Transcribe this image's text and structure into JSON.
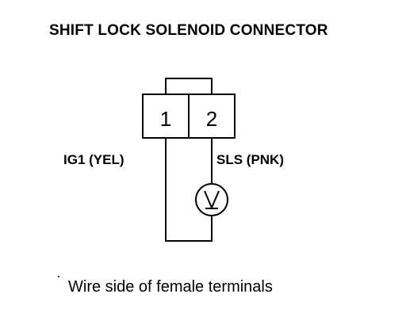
{
  "diagram": {
    "title": "SHIFT LOCK SOLENOID CONNECTOR",
    "connector": {
      "pins": [
        {
          "number": "1",
          "wire_label": "IG1 (YEL)"
        },
        {
          "number": "2",
          "wire_label": "SLS (PNK)"
        }
      ]
    },
    "meter_icon": "voltmeter-icon",
    "caption": "Wire side of female terminals"
  },
  "colors": {
    "ink": "#000000",
    "background": "#ffffff"
  }
}
